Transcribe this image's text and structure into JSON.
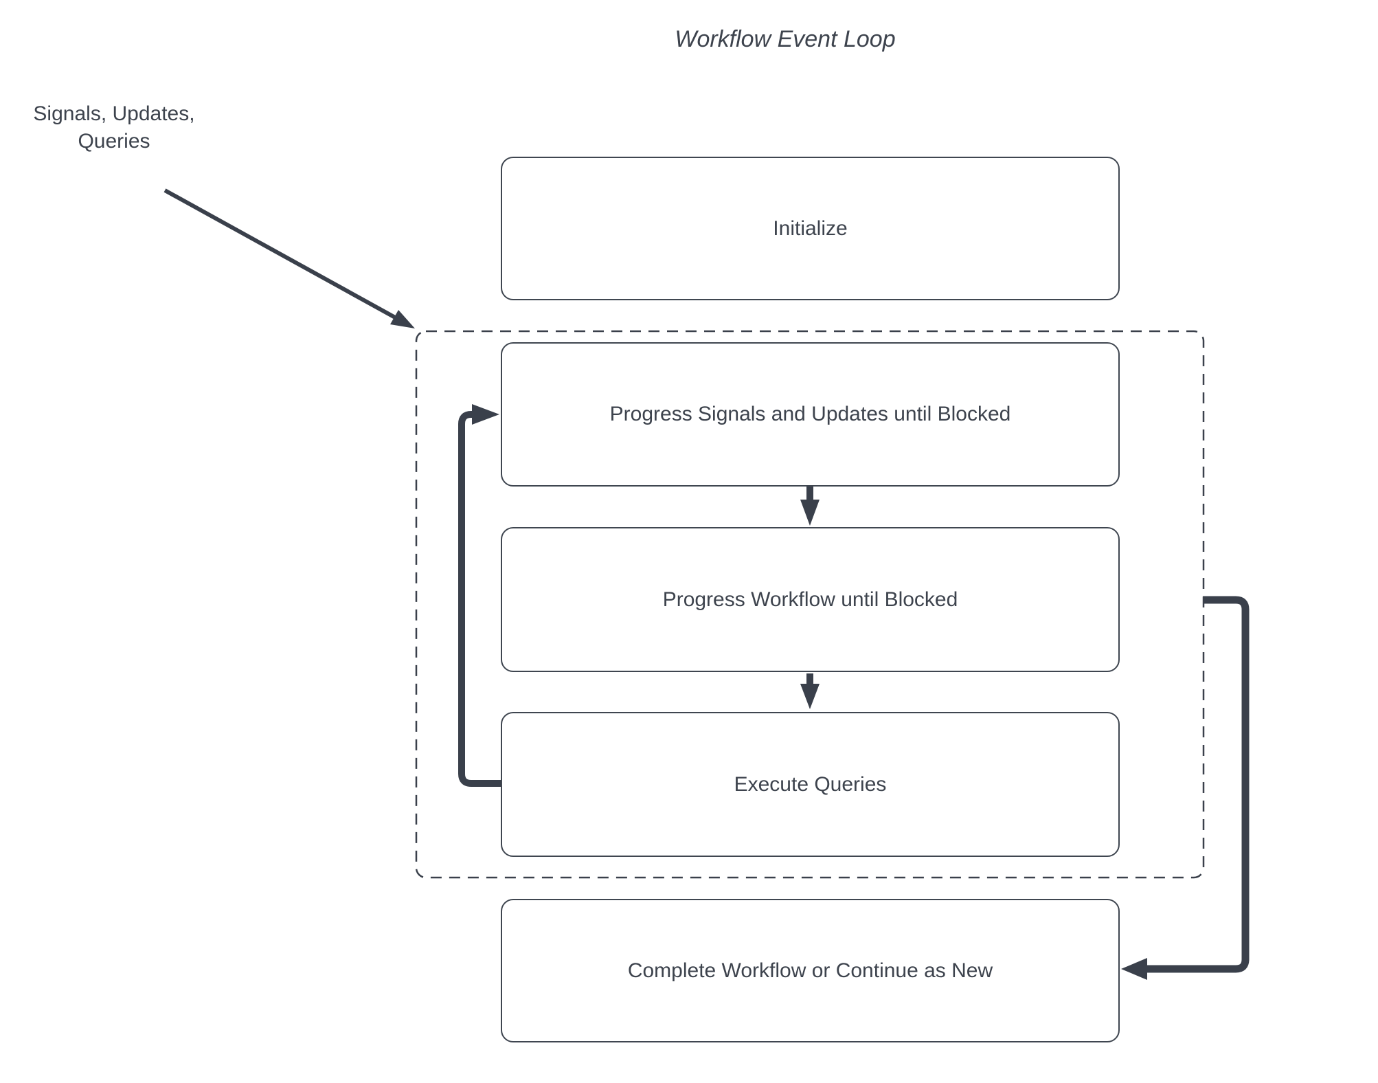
{
  "title": "Workflow Event Loop",
  "annotation": {
    "line1": "Signals, Updates,",
    "line2": "Queries"
  },
  "nodes": {
    "initialize": {
      "label": "Initialize"
    },
    "progress_signals": {
      "label": "Progress Signals and Updates until Blocked"
    },
    "progress_workflow": {
      "label": "Progress Workflow until Blocked"
    },
    "execute_queries": {
      "label": "Execute Queries"
    },
    "complete": {
      "label": "Complete Workflow or Continue as New"
    }
  },
  "edges": [
    {
      "from": "signals-updates-queries-annotation",
      "to": "event-loop-group",
      "style": "thin-arrow"
    },
    {
      "from": "progress_signals",
      "to": "progress_workflow",
      "style": "down-arrow"
    },
    {
      "from": "progress_workflow",
      "to": "execute_queries",
      "style": "down-arrow"
    },
    {
      "from": "execute_queries",
      "to": "progress_signals",
      "style": "thick-loop-left"
    },
    {
      "from": "event-loop-group",
      "to": "complete",
      "style": "thick-loop-right"
    }
  ],
  "colors": {
    "stroke": "#3a404b",
    "box_border": "#3f4650",
    "text": "#3d434d",
    "background": "#ffffff"
  }
}
